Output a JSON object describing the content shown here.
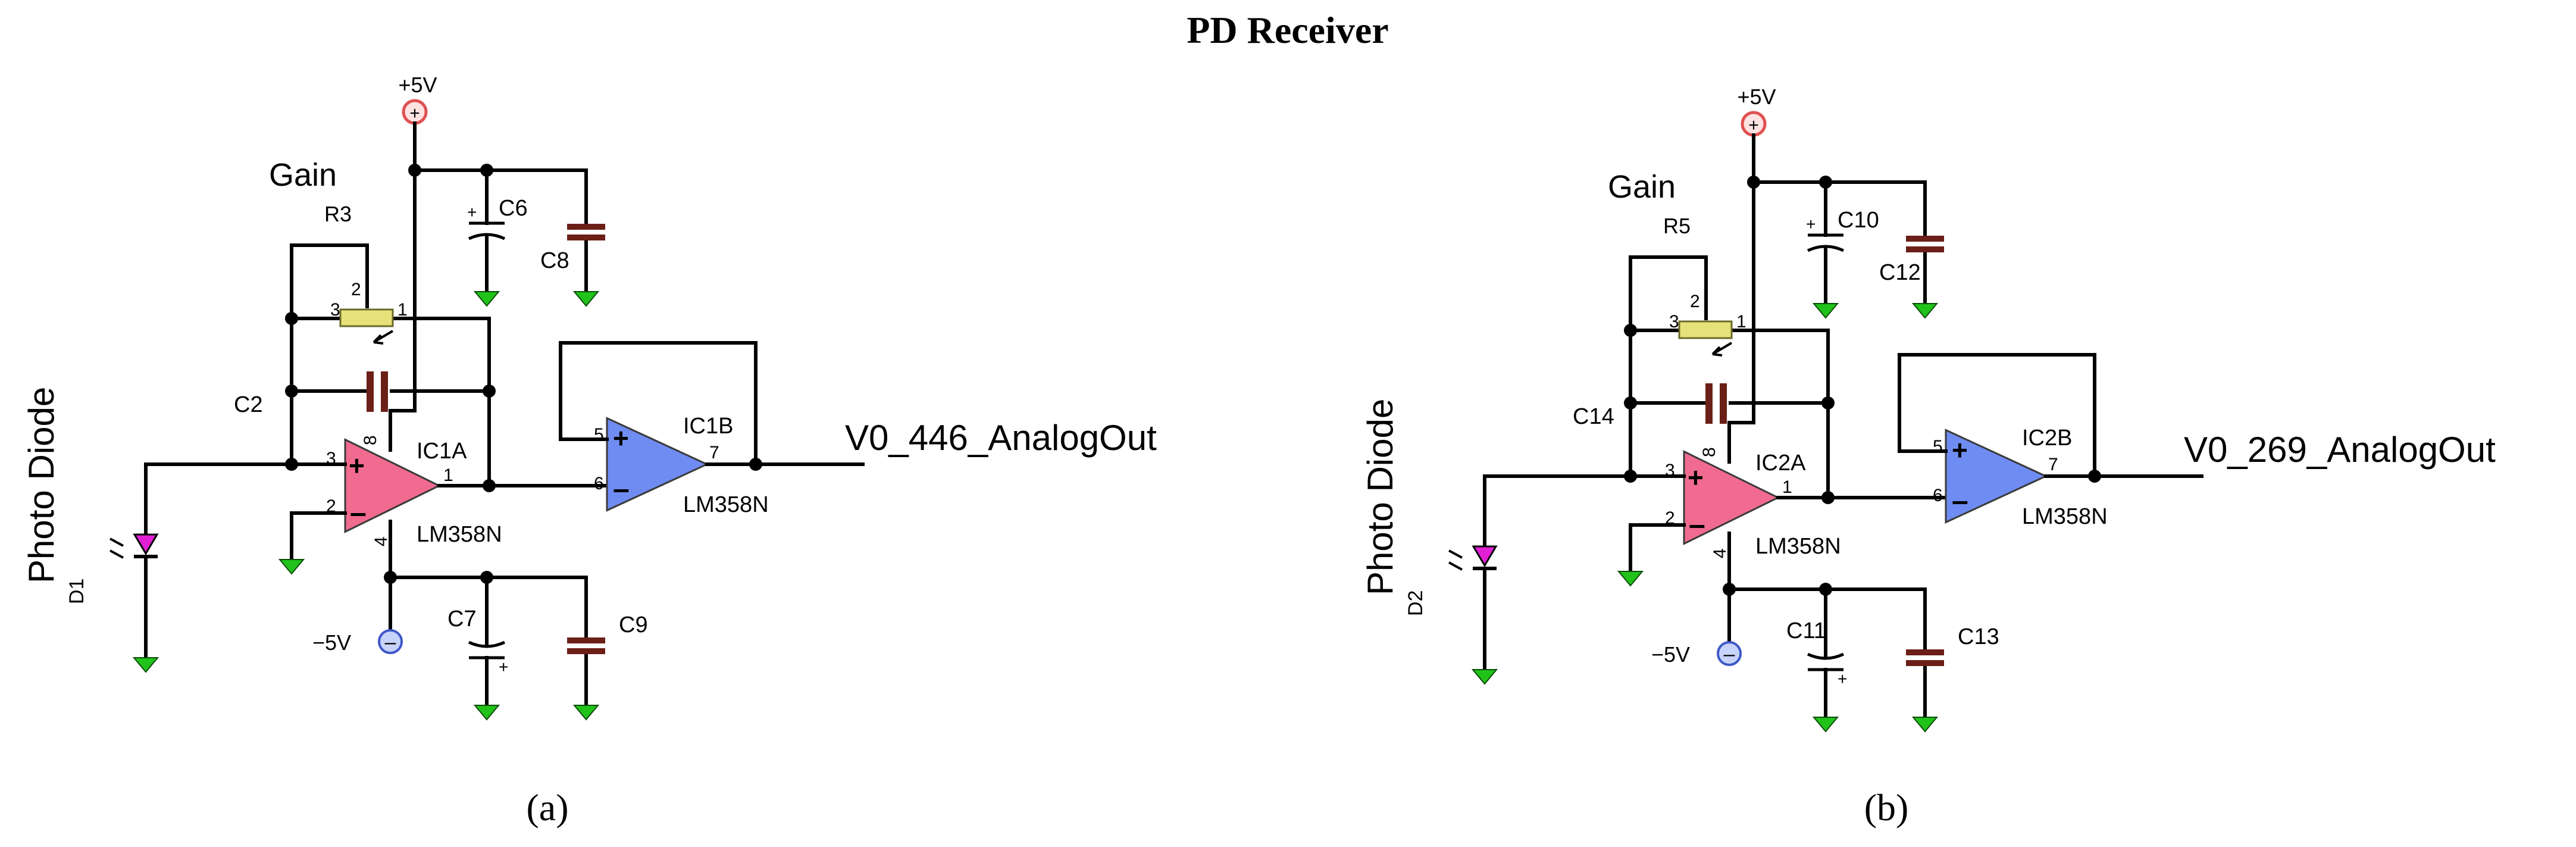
{
  "title": "PD Receiver",
  "colors": {
    "opamp_a": "#f06b8f",
    "opamp_b": "#6f8cf2",
    "ground": "#21c21a",
    "vplus": "#e05050",
    "vminus": "#6f8cf2",
    "diode": "#e21fd4",
    "pot": "#e6e27a",
    "cap": "#6b1f16"
  },
  "panels": [
    {
      "caption": "(a)",
      "vplus": "+5V",
      "vminus": "−5V",
      "gain": "Gain",
      "pot": "R3",
      "pot_pins": [
        "3",
        "2",
        "1"
      ],
      "feedback_cap": "C2",
      "caps": [
        "C6",
        "C8",
        "C7",
        "C9"
      ],
      "photodiode": "Photo Diode",
      "diode_ref": "D1",
      "opamp1_ref": "IC1A",
      "opamp1_part": "LM358N",
      "opamp1_pins": [
        "3",
        "2",
        "8",
        "4",
        "1"
      ],
      "opamp2_ref": "IC1B",
      "opamp2_part": "LM358N",
      "opamp2_pins": [
        "5",
        "6",
        "7"
      ],
      "output": "V0_446_AnalogOut"
    },
    {
      "caption": "(b)",
      "vplus": "+5V",
      "vminus": "−5V",
      "gain": "Gain",
      "pot": "R5",
      "pot_pins": [
        "3",
        "2",
        "1"
      ],
      "feedback_cap": "C14",
      "caps": [
        "C10",
        "C12",
        "C11",
        "C13"
      ],
      "photodiode": "Photo Diode",
      "diode_ref": "D2",
      "opamp1_ref": "IC2A",
      "opamp1_part": "LM358N",
      "opamp1_pins": [
        "3",
        "2",
        "8",
        "4",
        "1"
      ],
      "opamp2_ref": "IC2B",
      "opamp2_part": "LM358N",
      "opamp2_pins": [
        "5",
        "6",
        "7"
      ],
      "output": "V0_269_AnalogOut"
    }
  ]
}
